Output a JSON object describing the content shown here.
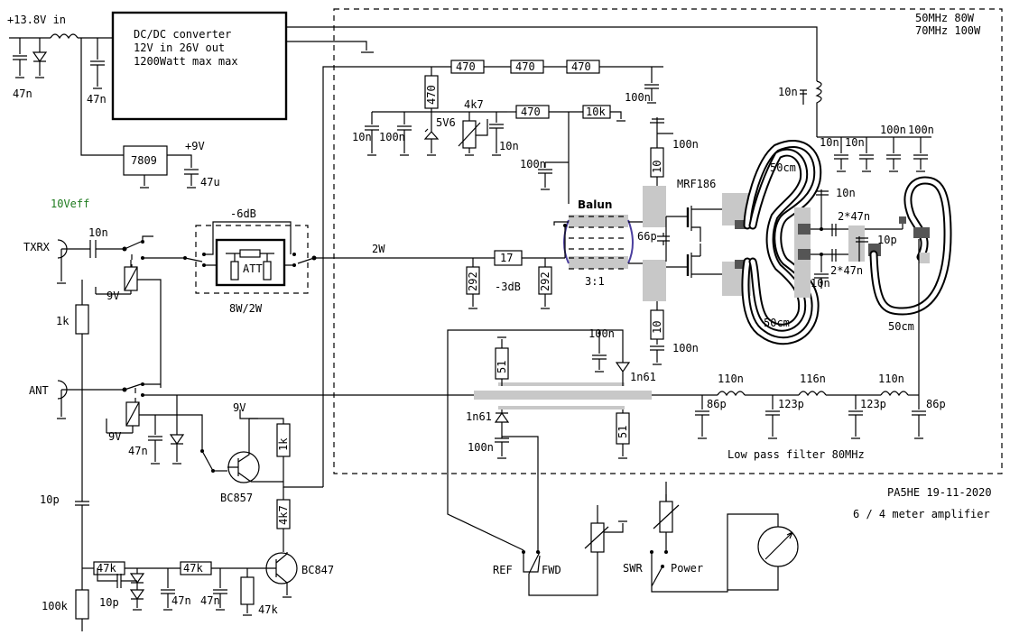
{
  "power_in": "+13.8V in",
  "dcdc": {
    "line1": "DC/DC converter",
    "line2": "12V in 26V out",
    "line3": "1200Watt max max"
  },
  "specs": {
    "line1": "50MHz 80W",
    "line2": "70MHz 100W"
  },
  "regulator": "7809",
  "v9": "+9V",
  "nine_v": "9V",
  "cap_47n": "47n",
  "cap_47u": "47u",
  "cap_10n": "10n",
  "cap_100n": "100n",
  "cap_10p": "10p",
  "cap_66p": "66p",
  "cap_86p": "86p",
  "cap_123p": "123p",
  "cap_2x47n": "2*47n",
  "res_470": "470",
  "res_4k7": "4k7",
  "res_10k": "10k",
  "res_10": "10",
  "res_17": "17",
  "res_292": "292",
  "res_51": "51",
  "res_1k": "1k",
  "res_47k": "47k",
  "res_100k": "100k",
  "zener_5v6": "5V6",
  "diode_1n61": "1n61",
  "drive_level": "10Veff",
  "port_txrx": "TXRX",
  "port_ant": "ANT",
  "att_gain": "-6dB",
  "att_label": "ATT",
  "att_rating": "8W/2W",
  "power_2w": "2W",
  "pad_3db": "-3dB",
  "balun_label": "Balun",
  "balun_ratio": "3:1",
  "mosfet": "MRF186",
  "line_50cm": "50cm",
  "ind_110n": "110n",
  "ind_116n": "116n",
  "lpf_label": "Low pass filter 80MHz",
  "credit": "PA5HE 19-11-2020",
  "title": "6 / 4 meter amplifier",
  "q_bc857": "BC857",
  "q_bc847": "BC847",
  "sw_ref": "REF",
  "sw_fwd": "FWD",
  "sw_swr": "SWR",
  "sw_power": "Power"
}
